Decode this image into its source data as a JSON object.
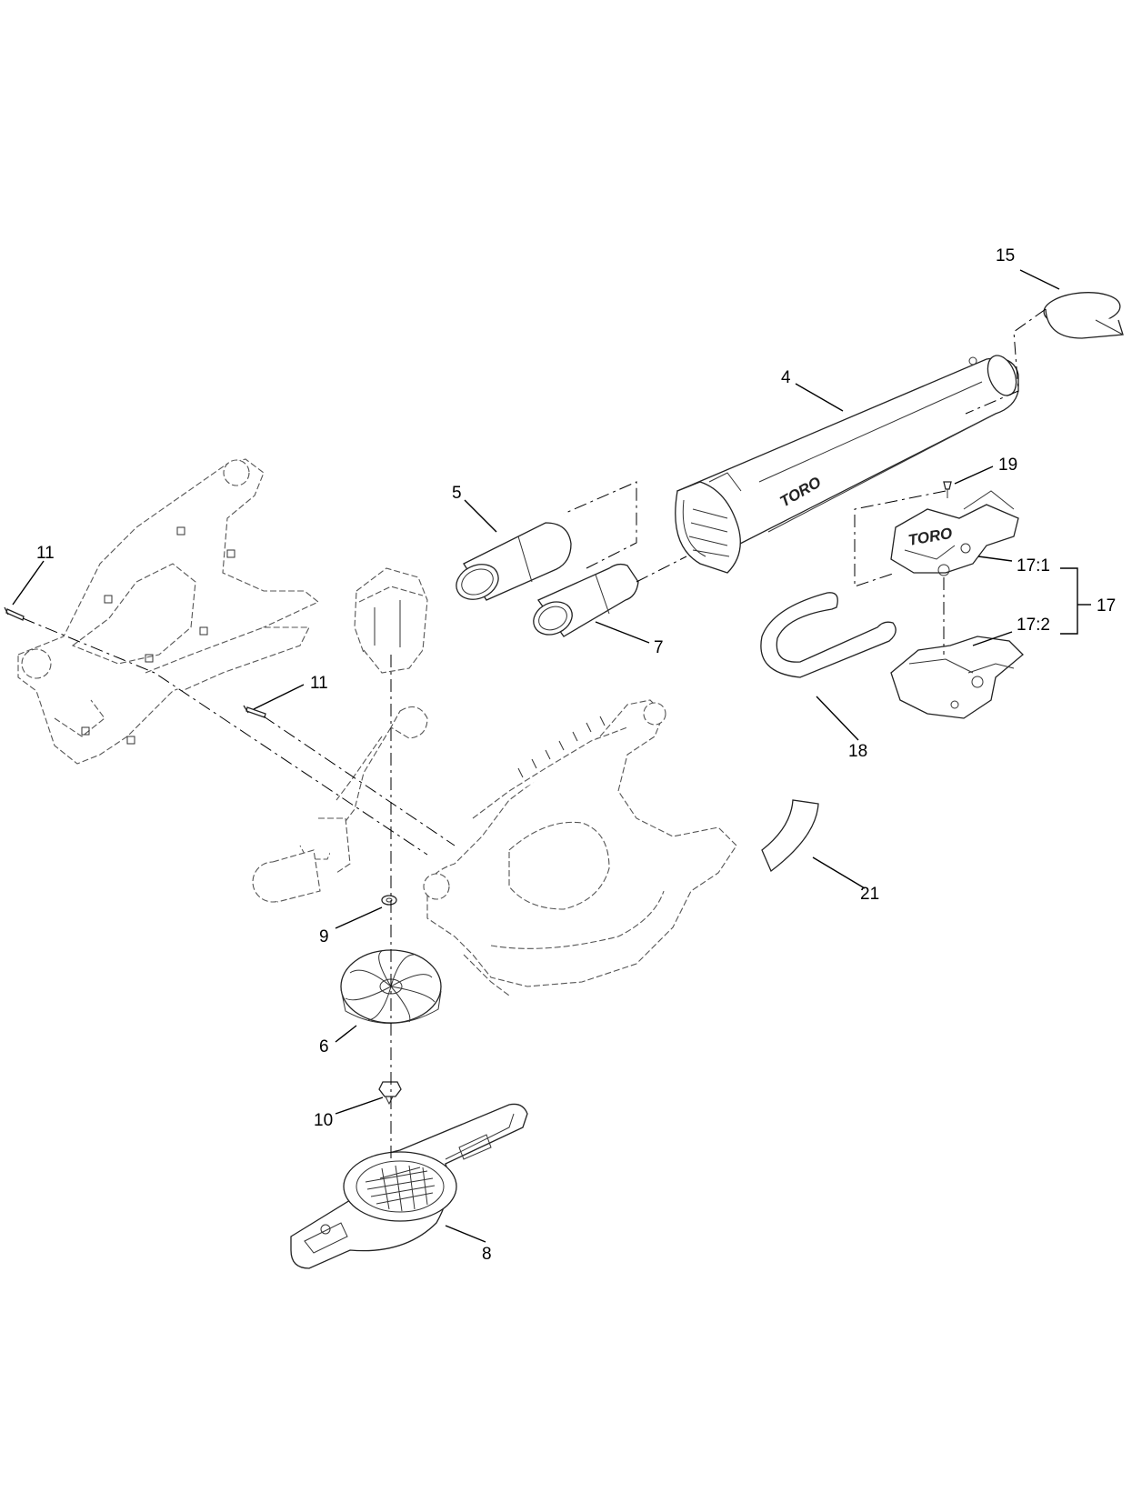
{
  "callouts": {
    "c15": "15",
    "c4": "4",
    "c19": "19",
    "c5": "5",
    "c11a": "11",
    "c11b": "11",
    "c7": "7",
    "c17_1": "17:1",
    "c17": "17",
    "c17_2": "17:2",
    "c18": "18",
    "c21": "21",
    "c9": "9",
    "c6": "6",
    "c10": "10",
    "c8": "8"
  },
  "logo_text": "TORO",
  "icons": [
    "blower-tube",
    "nozzle",
    "housing",
    "motor",
    "impeller",
    "fan-cover",
    "shoulder-strap",
    "handle"
  ]
}
